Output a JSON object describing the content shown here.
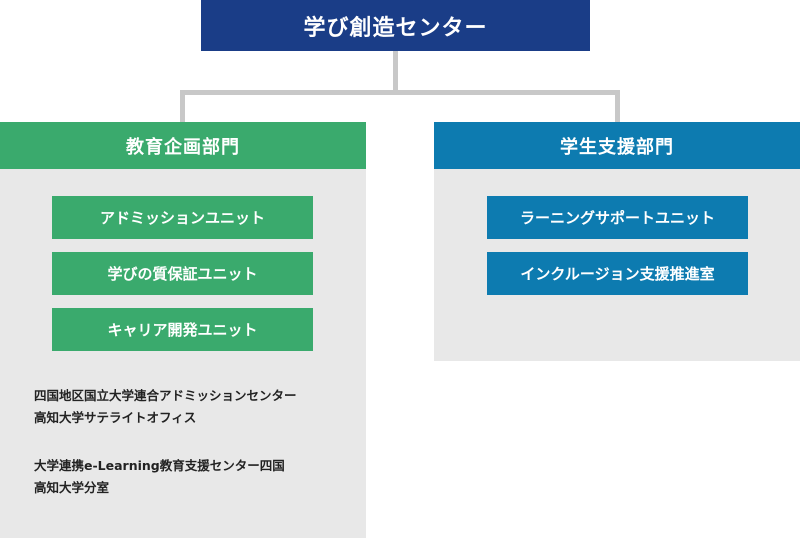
{
  "top": {
    "title": "学び創造センター"
  },
  "left_dept": {
    "title": "教育企画部門",
    "units": [
      "アドミッションユニット",
      "学びの質保証ユニット",
      "キャリア開発ユニット"
    ],
    "notes": [
      [
        "四国地区国立大学連合アドミッションセンター",
        "高知大学サテライトオフィス"
      ],
      [
        "大学連携e-Learning教育支援センター四国",
        "高知大学分室"
      ]
    ]
  },
  "right_dept": {
    "title": "学生支援部門",
    "units": [
      "ラーニングサポートユニット",
      "インクルージョン支援推進室"
    ]
  },
  "colors": {
    "top": "#1a3d87",
    "left_accent": "#3aaa6d",
    "right_accent": "#0d7bb0",
    "panel": "#e8e8e8",
    "connector": "#c8c8c8"
  }
}
